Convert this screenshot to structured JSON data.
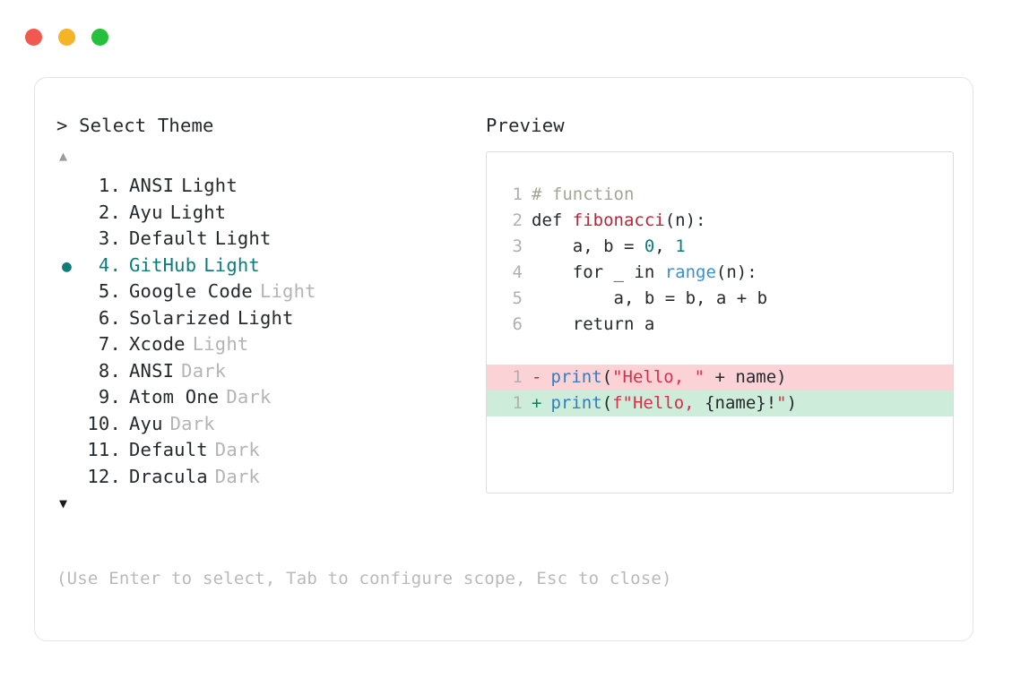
{
  "window": {
    "dots": [
      {
        "name": "close-dot",
        "color": "#f1584f"
      },
      {
        "name": "minimize-dot",
        "color": "#f5b325"
      },
      {
        "name": "maximize-dot",
        "color": "#25c03c"
      }
    ]
  },
  "selector": {
    "prompt": "> Select Theme",
    "scroll_up": "▲",
    "scroll_down": "▼",
    "selected_index": 4,
    "bullet": "●",
    "items": [
      {
        "index": "1.",
        "name": "ANSI",
        "variant": "Light",
        "variant_muted": false,
        "selected": false,
        "bullet": ""
      },
      {
        "index": "2.",
        "name": "Ayu",
        "variant": "Light",
        "variant_muted": false,
        "selected": false,
        "bullet": ""
      },
      {
        "index": "3.",
        "name": "Default",
        "variant": "Light",
        "variant_muted": false,
        "selected": false,
        "bullet": ""
      },
      {
        "index": "4.",
        "name": "GitHub",
        "variant": "Light",
        "variant_muted": false,
        "selected": true,
        "bullet": "●"
      },
      {
        "index": "5.",
        "name": "Google Code",
        "variant": "Light",
        "variant_muted": true,
        "selected": false,
        "bullet": ""
      },
      {
        "index": "6.",
        "name": "Solarized",
        "variant": "Light",
        "variant_muted": false,
        "selected": false,
        "bullet": ""
      },
      {
        "index": "7.",
        "name": "Xcode",
        "variant": "Light",
        "variant_muted": true,
        "selected": false,
        "bullet": ""
      },
      {
        "index": "8.",
        "name": "ANSI",
        "variant": "Dark",
        "variant_muted": true,
        "selected": false,
        "bullet": ""
      },
      {
        "index": "9.",
        "name": "Atom One",
        "variant": "Dark",
        "variant_muted": true,
        "selected": false,
        "bullet": ""
      },
      {
        "index": "10.",
        "name": "Ayu",
        "variant": "Dark",
        "variant_muted": true,
        "selected": false,
        "bullet": ""
      },
      {
        "index": "11.",
        "name": "Default",
        "variant": "Dark",
        "variant_muted": true,
        "selected": false,
        "bullet": ""
      },
      {
        "index": "12.",
        "name": "Dracula",
        "variant": "Dark",
        "variant_muted": true,
        "selected": false,
        "bullet": ""
      }
    ]
  },
  "hint": "(Use Enter to select, Tab to configure scope, Esc to close)",
  "preview": {
    "label": "Preview",
    "code_lines": [
      {
        "ln": "1",
        "tokens": [
          {
            "t": "# function",
            "c": "tok-comment"
          }
        ]
      },
      {
        "ln": "2",
        "tokens": [
          {
            "t": "def ",
            "c": "tok-keyword"
          },
          {
            "t": "fibonacci",
            "c": "tok-func"
          },
          {
            "t": "(n):",
            "c": "tok-plain"
          }
        ]
      },
      {
        "ln": "3",
        "tokens": [
          {
            "t": "    a, b = ",
            "c": "tok-plain"
          },
          {
            "t": "0",
            "c": "tok-number"
          },
          {
            "t": ", ",
            "c": "tok-plain"
          },
          {
            "t": "1",
            "c": "tok-number"
          }
        ]
      },
      {
        "ln": "4",
        "tokens": [
          {
            "t": "    for _ in ",
            "c": "tok-plain"
          },
          {
            "t": "range",
            "c": "tok-builtin"
          },
          {
            "t": "(n):",
            "c": "tok-plain"
          }
        ]
      },
      {
        "ln": "5",
        "tokens": [
          {
            "t": "        a, b = b, a + b",
            "c": "tok-plain"
          }
        ]
      },
      {
        "ln": "6",
        "tokens": [
          {
            "t": "    return a",
            "c": "tok-plain"
          }
        ]
      }
    ],
    "diff_lines": [
      {
        "ln": "1",
        "mark": "-",
        "kind": "removed",
        "tokens": [
          {
            "t": "print",
            "c": "tok-call"
          },
          {
            "t": "(",
            "c": "tok-plain"
          },
          {
            "t": "\"Hello, \"",
            "c": "tok-string"
          },
          {
            "t": " + name)",
            "c": "tok-plain"
          }
        ]
      },
      {
        "ln": "1",
        "mark": "+",
        "kind": "added",
        "tokens": [
          {
            "t": "print",
            "c": "tok-call"
          },
          {
            "t": "(",
            "c": "tok-plain"
          },
          {
            "t": "f\"Hello, ",
            "c": "tok-string"
          },
          {
            "t": "{name}!",
            "c": "tok-plain"
          },
          {
            "t": "\"",
            "c": "tok-string"
          },
          {
            "t": ")",
            "c": "tok-plain"
          }
        ]
      }
    ]
  },
  "colors": {
    "accent_teal": "#0f7b7b",
    "muted_grey": "#b4b4b4",
    "text": "#24292e",
    "diff_removed_bg": "#fbd3d6",
    "diff_added_bg": "#cdecd9",
    "string_red": "#d6304a",
    "func_red": "#b4293a",
    "builtin_blue": "#3d8fd1",
    "call_blue": "#2a7fc4",
    "comment_olive": "#a5a597"
  }
}
